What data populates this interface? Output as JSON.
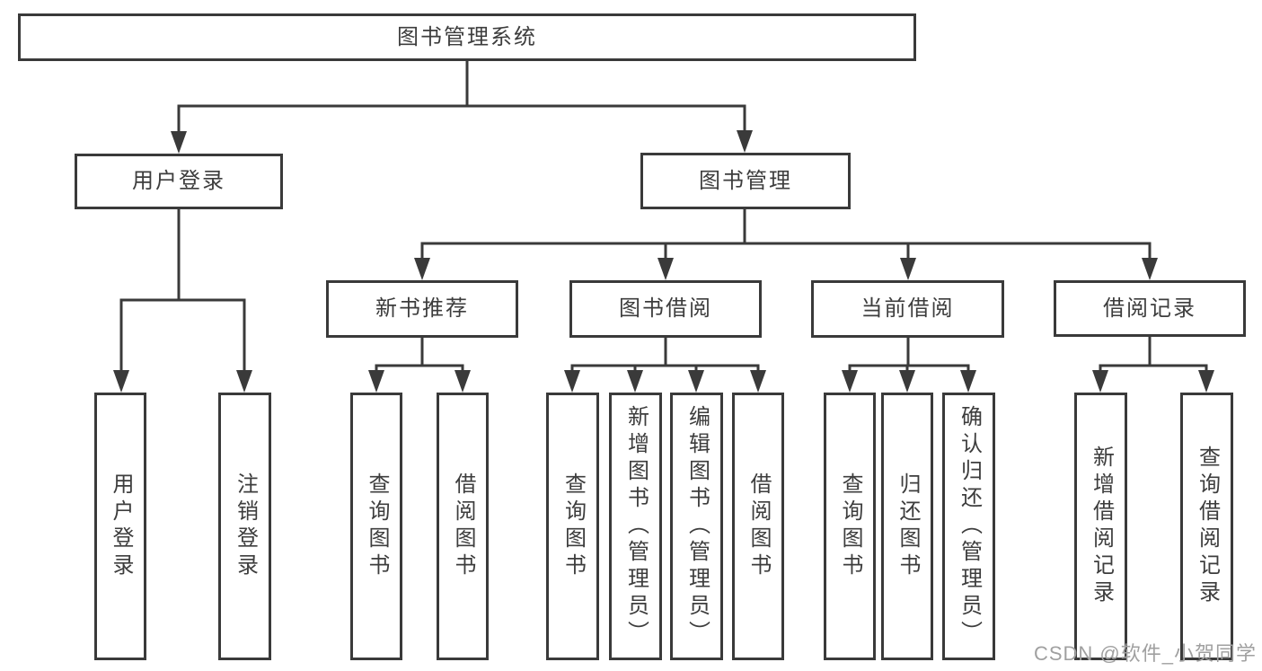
{
  "diagram": {
    "root": {
      "label": "图书管理系统"
    },
    "branches": [
      {
        "label": "用户登录",
        "children": [
          {
            "label": "用户登录"
          },
          {
            "label": "注销登录"
          }
        ]
      },
      {
        "label": "图书管理",
        "children": [
          {
            "label": "新书推荐",
            "children": [
              {
                "label": "查询图书"
              },
              {
                "label": "借阅图书"
              }
            ]
          },
          {
            "label": "图书借阅",
            "children": [
              {
                "label": "查询图书"
              },
              {
                "label": "新增图书（管理员）"
              },
              {
                "label": "编辑图书（管理员）"
              },
              {
                "label": "借阅图书"
              }
            ]
          },
          {
            "label": "当前借阅",
            "children": [
              {
                "label": "查询图书"
              },
              {
                "label": "归还图书"
              },
              {
                "label": "确认归还（管理员）"
              }
            ]
          },
          {
            "label": "借阅记录",
            "children": [
              {
                "label": "新增借阅记录"
              },
              {
                "label": "查询借阅记录"
              }
            ]
          }
        ]
      }
    ]
  },
  "watermark": {
    "text": "CSDN @软件_小贺同学",
    "color": "#a0a0a0"
  },
  "colors": {
    "line": "#3a3a3a",
    "border": "#3a3a3a",
    "text": "#3d3d3d",
    "background": "#ffffff"
  }
}
